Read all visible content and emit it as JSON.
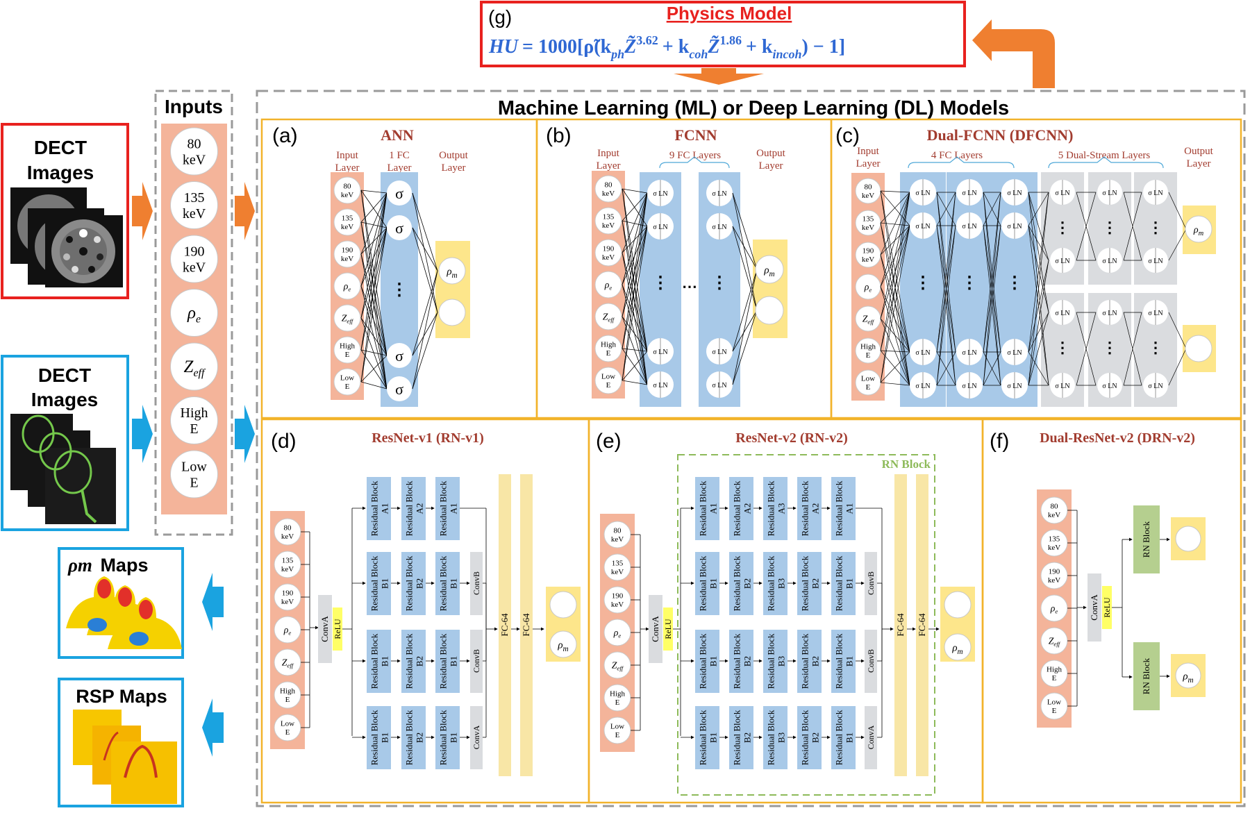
{
  "physics": {
    "label": "(g)",
    "title": "Physics Model",
    "formula_lhs": "HU",
    "formula_rhs": "= 1000[ρ̃(k",
    "k_ph_sub": "ph",
    "z1": "Z̃",
    "exp1": "3.62",
    "plus1": "+ k",
    "k_coh_sub": "coh",
    "exp2": "1.86",
    "plus2": "+ k",
    "k_incoh_sub": "incoh",
    "tail": ") − 1]"
  },
  "ml_title": "Machine Learning (ML) or Deep Learning (DL) Models",
  "inputs": {
    "title": "Inputs",
    "items": [
      "80 keV",
      "135 keV",
      "190 keV",
      "ρe",
      "Zeff",
      "High E",
      "Low E"
    ]
  },
  "left_panels": {
    "dect_ct_title_1": "DECT",
    "dect_ct_title_2": "Images",
    "dect_mr_title_1": "DECT",
    "dect_mr_title_2": "Images",
    "rho_maps_title": "Maps",
    "rho_maps_symbol": "ρm",
    "rsp_maps_title": "RSP Maps"
  },
  "panels": {
    "a": {
      "label": "(a)",
      "title": "ANN",
      "input_layer": "Input Layer",
      "fc_layer": "1 FC Layer",
      "output_layer": "Output Layer",
      "node": "σ"
    },
    "b": {
      "label": "(b)",
      "title": "FCNN",
      "input_layer": "Input Layer",
      "fc_layers": "9 FC Layers",
      "output_layer": "Output Layer",
      "node": "σ LN"
    },
    "c": {
      "label": "(c)",
      "title": "Dual-FCNN (DFCNN)",
      "input_layer": "Input Layer",
      "fc_layers": "4 FC Layers",
      "dual_layers": "5 Dual-Stream Layers",
      "output_layer": "Output Layer",
      "node": "σ LN"
    },
    "d": {
      "label": "(d)",
      "title": "ResNet-v1 (RN-v1)"
    },
    "e": {
      "label": "(e)",
      "title": "ResNet-v2 (RN-v2)",
      "block_label": "RN Block"
    },
    "f": {
      "label": "(f)",
      "title": "Dual-ResNet-v2 (DRN-v2)"
    }
  },
  "small_inputs": [
    "80 keV",
    "135 keV",
    "190 keV",
    "ρe",
    "Zeff",
    "High E",
    "Low E"
  ],
  "outputs": {
    "rho": "ρm",
    "rsp": "RSP"
  },
  "resnet": {
    "conv_a": "ConvA",
    "conv_b": "ConvB",
    "relu": "ReLU",
    "fc64": "FC-64",
    "rb_label": "Residual Block",
    "rn_block": "RN Block",
    "v1_rows": [
      [
        "A1",
        "A2",
        "A1"
      ],
      [
        "B1",
        "B2",
        "B1"
      ],
      [
        "B1",
        "B2",
        "B1"
      ],
      [
        "B1",
        "B2",
        "B1"
      ]
    ],
    "v1_row_conv": [
      "",
      "ConvB",
      "ConvB",
      "ConvA"
    ],
    "v2_rows": [
      [
        "A1",
        "A2",
        "A3",
        "A2",
        "A1"
      ],
      [
        "B1",
        "B2",
        "B3",
        "B2",
        "B1"
      ],
      [
        "B1",
        "B2",
        "B3",
        "B2",
        "B1"
      ],
      [
        "B1",
        "B2",
        "B3",
        "B2",
        "B1"
      ]
    ],
    "v2_row_conv": [
      "",
      "ConvB",
      "ConvB",
      "ConvA"
    ]
  },
  "colors": {
    "red_frame": "#e8211e",
    "blue_frame": "#1aa3e0",
    "orange_fill": "#f4b49a",
    "blue_fill": "#a8c9e8",
    "yellow_fill": "#fde68b",
    "grey_fill": "#dadcdf",
    "gold_border": "#f2b32b",
    "dark_red_text": "#a23c2f",
    "formula_blue": "#2f68d3",
    "arrow_orange": "#ef7f30"
  }
}
